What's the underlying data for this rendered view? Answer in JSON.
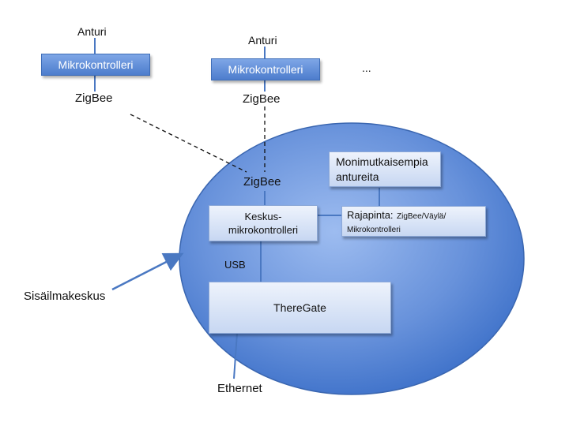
{
  "sensor_nodes": [
    {
      "sensor_label": "Anturi",
      "microcontroller_label": "Mikrokontrolleri",
      "radio_label": "ZigBee"
    },
    {
      "sensor_label": "Anturi",
      "microcontroller_label": "Mikrokontrolleri",
      "radio_label": "ZigBee"
    }
  ],
  "ellipsis": "...",
  "hub": {
    "zigbee_label": "ZigBee",
    "central_mcu_label_line1": "Keskus-",
    "central_mcu_label_line2": "mikrokontrolleri",
    "complex_sensors_line1": "Monimutkaisempia",
    "complex_sensors_line2": "antureita",
    "interface_title": "Rajapinta:",
    "interface_detail_line1": "ZigBee/Väylä/",
    "interface_detail_line2": "Mikrokontrolleri",
    "usb_label": "USB",
    "gateway_label": "ThereGate"
  },
  "external_labels": {
    "indoor_hub_label": "Sisäilmakeskus",
    "ethernet_label": "Ethernet"
  },
  "colors": {
    "hub_fill_light": "#7fa7e6",
    "hub_fill_dark": "#3b6fc8",
    "connector_blue": "#4a78c2",
    "box_blue": "#4d7dcd"
  }
}
